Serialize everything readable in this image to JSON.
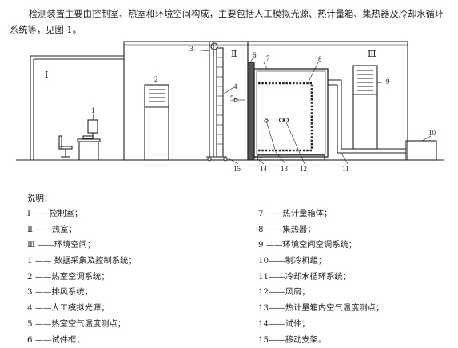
{
  "intro": "检测装置主要由控制室、热室和环境空间构成，主要包括人工模拟光源、热计量箱、集热器及冷却水循环系统等，见图 1。",
  "figure": {
    "rooms": [
      "Ⅰ",
      "Ⅱ",
      "Ⅲ"
    ],
    "callouts": [
      "1",
      "2",
      "3",
      "4",
      "5",
      "6",
      "7",
      "8",
      "9",
      "10",
      "11",
      "12",
      "13",
      "14",
      "15"
    ]
  },
  "legend": {
    "title": "说明：",
    "left": [
      "Ⅰ ——控制室；",
      "Ⅱ ——热室；",
      "Ⅲ ——环境空间；",
      "1 —— 数据采集及控制系统；",
      "2 ——热室空调系统；",
      "3 ——排风系统；",
      "4 ——人工模拟光源；",
      "5 ——热室空气温度测点；",
      "6 ——试件框；"
    ],
    "right": [
      "7 ——热计量箱体；",
      "8 ——集热器；",
      "9 ——环境空间空调系统；",
      "10——制冷机组；",
      "11——冷却水循环系统；",
      "12——风扇；",
      "13——热计量箱内空气温度测点；",
      "14——试件；",
      "15——移动支架。"
    ]
  }
}
